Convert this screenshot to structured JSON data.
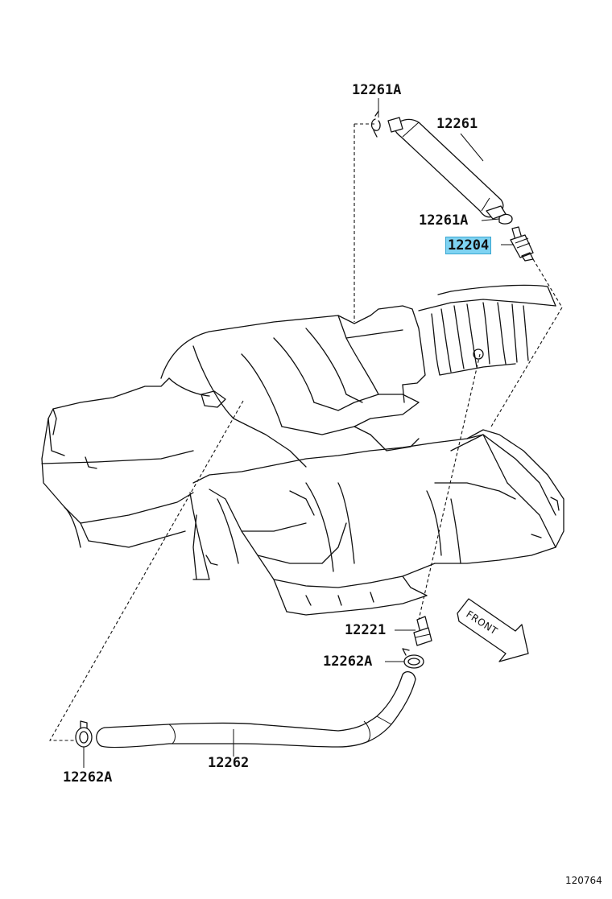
{
  "labels": {
    "p12261a_top": "12261A",
    "p12261": "12261",
    "p12261a_mid": "12261A",
    "p12204": "12204",
    "p12221": "12221",
    "p12262a_right": "12262A",
    "p12262": "12262",
    "p12262a_left": "12262A"
  },
  "front_text": "FRONT",
  "diagram_code": "120764",
  "colors": {
    "highlight": "#7fd3f2",
    "line": "#111111"
  }
}
